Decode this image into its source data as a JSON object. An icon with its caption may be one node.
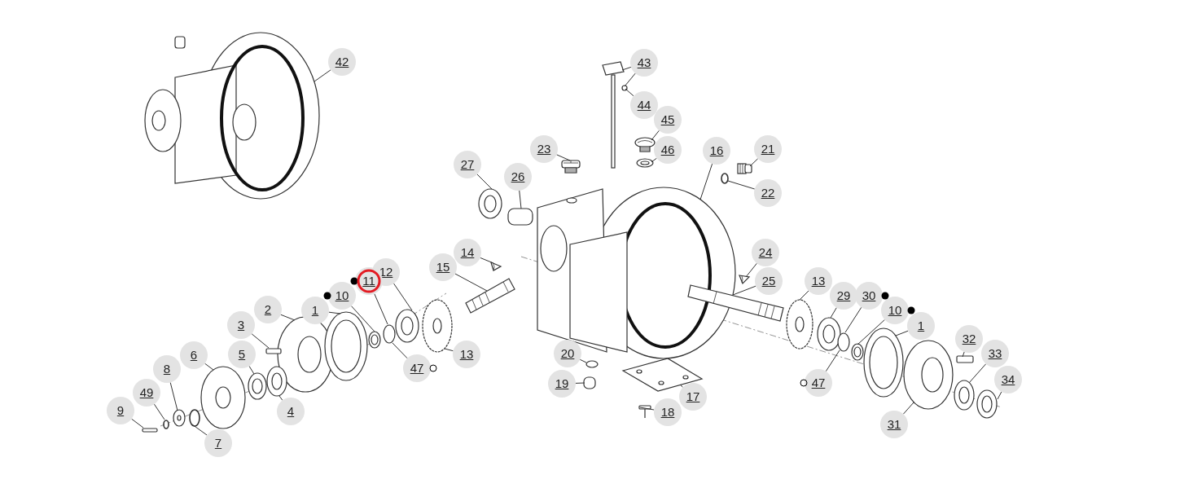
{
  "diagram": {
    "nodes": [
      {
        "text": [
          "42"
        ]
      },
      {
        "text": [
          "43"
        ]
      },
      {
        "text": [
          "44"
        ]
      },
      {
        "text": [
          "45"
        ]
      },
      {
        "text": [
          "16"
        ]
      },
      {
        "text": [
          "21"
        ]
      },
      {
        "text": [
          "23"
        ]
      },
      {
        "text": [
          "46"
        ]
      },
      {
        "text": [
          "27"
        ]
      },
      {
        "text": [
          "26"
        ]
      },
      {
        "text": [
          "22"
        ]
      },
      {
        "text": [
          "14"
        ]
      },
      {
        "text": [
          "24"
        ]
      },
      {
        "text": [
          "15"
        ]
      },
      {
        "text": [
          "12"
        ]
      },
      {
        "text": [
          "11"
        ]
      },
      {
        "text": [
          "25"
        ]
      },
      {
        "text": [
          "13"
        ]
      },
      {
        "text": [
          "10"
        ]
      },
      {
        "text": [
          "29"
        ]
      },
      {
        "text": [
          "30"
        ]
      },
      {
        "text": [
          "2"
        ]
      },
      {
        "text": [
          "1"
        ]
      },
      {
        "text": [
          "10"
        ]
      },
      {
        "text": [
          "3"
        ]
      },
      {
        "text": [
          "1"
        ]
      },
      {
        "text": [
          "32"
        ]
      },
      {
        "text": [
          "6"
        ]
      },
      {
        "text": [
          "5"
        ]
      },
      {
        "text": [
          "13"
        ]
      },
      {
        "text": [
          "20"
        ]
      },
      {
        "text": [
          "33"
        ]
      },
      {
        "text": [
          "47"
        ]
      },
      {
        "text": [
          "8"
        ]
      },
      {
        "text": [
          "34"
        ]
      },
      {
        "text": [
          "47"
        ]
      },
      {
        "text": [
          "19"
        ]
      },
      {
        "text": [
          "17"
        ]
      },
      {
        "text": [
          "49"
        ]
      },
      {
        "text": [
          "9"
        ]
      },
      {
        "text": [
          "4"
        ]
      },
      {
        "text": [
          "18"
        ]
      },
      {
        "text": [
          "31"
        ]
      },
      {
        "text": [
          "7"
        ]
      },
      {
        "text": [],
        "shape": "picture"
      },
      {
        "text": [],
        "shape": "picture"
      },
      {
        "text": [],
        "shape": "circle"
      },
      {
        "text": [],
        "shape": "picture"
      },
      {
        "text": [],
        "shape": "picture"
      },
      {
        "text": [],
        "shape": "picture"
      },
      {
        "text": [],
        "shape": "picture"
      },
      {
        "text": [],
        "shape": "picture"
      },
      {
        "text": [],
        "shape": "circle"
      },
      {
        "text": [],
        "shape": "picture"
      },
      {
        "text": [],
        "shape": "box"
      },
      {
        "text": [],
        "shape": "picture"
      },
      {
        "text": [],
        "shape": "picture"
      },
      {
        "text": [],
        "shape": "picture"
      },
      {
        "text": [],
        "shape": "picture"
      },
      {
        "text": [],
        "shape": "circle"
      },
      {
        "text": [],
        "shape": "picture"
      },
      {
        "text": [],
        "shape": "picture"
      },
      {
        "text": [],
        "shape": "picture"
      },
      {
        "text": [],
        "shape": "picture"
      },
      {
        "text": [],
        "shape": "circle"
      },
      {
        "text": [],
        "shape": "picture"
      },
      {
        "text": [],
        "shape": "picture"
      },
      {
        "text": [],
        "shape": "picture"
      },
      {
        "text": [],
        "shape": "bar"
      },
      {
        "text": [],
        "shape": "picture"
      },
      {
        "text": [],
        "shape": "bar"
      },
      {
        "text": [],
        "shape": "picture"
      },
      {
        "text": [],
        "shape": "picture"
      },
      {
        "text": [],
        "shape": "picture"
      },
      {
        "text": [],
        "shape": "circle"
      },
      {
        "text": [],
        "shape": "picture"
      },
      {
        "text": [],
        "shape": "picture"
      },
      {
        "text": [],
        "shape": "picture"
      },
      {
        "text": [],
        "shape": "box"
      },
      {
        "text": [],
        "shape": "picture"
      },
      {
        "text": [],
        "shape": "circle"
      },
      {
        "text": [],
        "shape": "bar"
      },
      {
        "text": [],
        "shape": "picture"
      },
      {
        "text": [],
        "shape": "picture"
      },
      {
        "text": [],
        "shape": "picture"
      },
      {
        "text": [],
        "shape": "circle"
      }
    ],
    "edges": [
      {
        "from": 0,
        "to": 44,
        "arrow": "none"
      },
      {
        "from": 1,
        "to": 45,
        "arrow": "none"
      },
      {
        "from": 1,
        "to": 46,
        "arrow": "none"
      },
      {
        "from": 2,
        "to": 46,
        "arrow": "none"
      },
      {
        "from": 3,
        "to": 47,
        "arrow": "none"
      },
      {
        "from": 4,
        "to": 49,
        "arrow": "none"
      },
      {
        "from": 5,
        "to": 51,
        "arrow": "none"
      },
      {
        "from": 6,
        "to": 50,
        "arrow": "none"
      },
      {
        "from": 7,
        "to": 48,
        "arrow": "none"
      },
      {
        "from": 8,
        "to": 53,
        "arrow": "none"
      },
      {
        "from": 9,
        "to": 54,
        "arrow": "none"
      },
      {
        "from": 10,
        "to": 52,
        "arrow": "none"
      },
      {
        "from": 11,
        "to": 55,
        "arrow": "none"
      },
      {
        "from": 12,
        "to": 56,
        "arrow": "none"
      },
      {
        "from": 13,
        "to": 57,
        "arrow": "none"
      },
      {
        "from": 14,
        "to": 58,
        "arrow": "none"
      },
      {
        "from": 15,
        "to": 59,
        "arrow": "none"
      },
      {
        "from": 16,
        "to": 60,
        "arrow": "none"
      },
      {
        "from": 17,
        "to": 61,
        "arrow": "none"
      },
      {
        "from": 18,
        "to": 62,
        "arrow": "none"
      },
      {
        "from": 19,
        "to": 63,
        "arrow": "none"
      },
      {
        "from": 20,
        "to": 64,
        "arrow": "none"
      },
      {
        "from": 21,
        "to": 65,
        "arrow": "none"
      },
      {
        "from": 22,
        "to": 66,
        "arrow": "none"
      },
      {
        "from": 23,
        "to": 67,
        "arrow": "none"
      },
      {
        "from": 24,
        "to": 68,
        "arrow": "none"
      },
      {
        "from": 25,
        "to": 69,
        "arrow": "none"
      },
      {
        "from": 26,
        "to": 70,
        "arrow": "none"
      },
      {
        "from": 27,
        "to": 71,
        "arrow": "none"
      },
      {
        "from": 28,
        "to": 72,
        "arrow": "none"
      },
      {
        "from": 29,
        "to": 73,
        "arrow": "none"
      },
      {
        "from": 30,
        "to": 74,
        "arrow": "none"
      },
      {
        "from": 31,
        "to": 75,
        "arrow": "none"
      },
      {
        "from": 32,
        "to": 59,
        "arrow": "none"
      },
      {
        "from": 33,
        "to": 76,
        "arrow": "none"
      },
      {
        "from": 34,
        "to": 77,
        "arrow": "none"
      },
      {
        "from": 35,
        "to": 64,
        "arrow": "none"
      },
      {
        "from": 36,
        "to": 78,
        "arrow": "none"
      },
      {
        "from": 37,
        "to": 79,
        "arrow": "none"
      },
      {
        "from": 38,
        "to": 80,
        "arrow": "none"
      },
      {
        "from": 39,
        "to": 81,
        "arrow": "none"
      },
      {
        "from": 40,
        "to": 82,
        "arrow": "none"
      },
      {
        "from": 41,
        "to": 83,
        "arrow": "none"
      },
      {
        "from": 42,
        "to": 84,
        "arrow": "none"
      },
      {
        "from": 43,
        "to": 85,
        "arrow": "none"
      }
    ]
  }
}
